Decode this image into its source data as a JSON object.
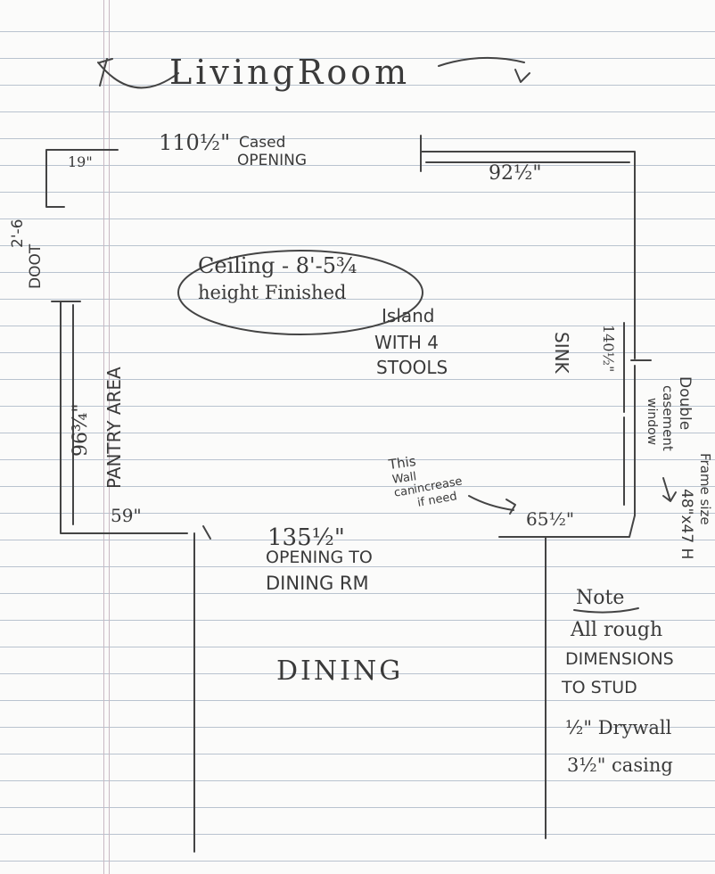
{
  "title": "LivingRoom",
  "labels": {
    "cased_opening_dim": "110½\"",
    "cased_opening_text": "Cased",
    "cased_opening_text2": "OPENING",
    "corner_dim": "19\"",
    "top_right_dim": "92½\"",
    "door_dim": "2'-6",
    "door_text": "DOOT",
    "left_wall_dim": "96¾\"",
    "pantry": "PANTRY AREA",
    "bottom_left_dim": "59\"",
    "ceiling_line1": "Ceiling - 8'-5¾",
    "ceiling_line2": "height  Finished",
    "island_line1": "Island",
    "island_line2": "WITH 4",
    "island_line3": "STOOLS",
    "sink": "SINK",
    "sink_dim": "140½\"",
    "window_line1": "Double",
    "window_line2": "casement",
    "window_line3": "window",
    "frame_line1": "Frame size",
    "frame_line2": "48\"x47 H",
    "wall_note_1": "This",
    "wall_note_2": "Wall",
    "wall_note_3": "can",
    "wall_note_4": "increase",
    "wall_note_5": "if need",
    "bottom_right_dim": "65½\"",
    "opening_dim": "135½\"",
    "opening_text1": "OPENING TO",
    "opening_text2": "DINING RM",
    "dining": "DINING",
    "note_title": "Note",
    "note_line1": "All rough",
    "note_line2": "DIMENSIONS",
    "note_line3": "TO STUD",
    "note_line4": "½\" Drywall",
    "note_line5": "3½\" casing"
  }
}
